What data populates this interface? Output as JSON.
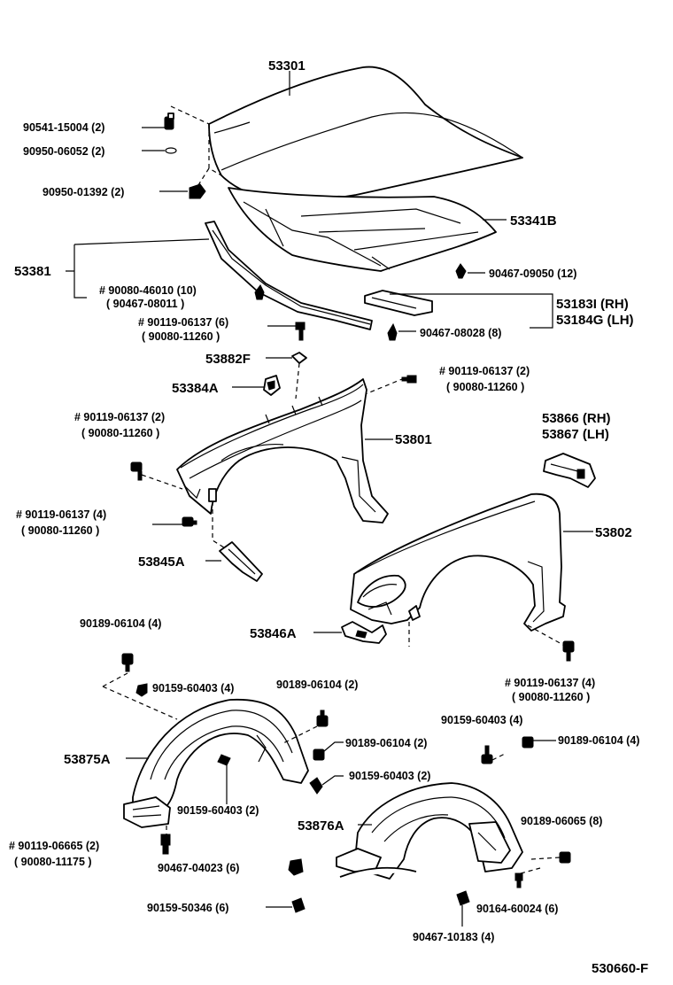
{
  "diagram_id": "530660-F",
  "labels": {
    "hood": "53301",
    "clip_90541": "90541-15004 (2)",
    "washer_90950_06052": "90950-06052 (2)",
    "washer_90950_01392": "90950-01392 (2)",
    "hood_insulator": "53341B",
    "seal_53381": "53381",
    "note_90080_46010": "# 90080-46010 (10)",
    "note_90467_08011": "( 90467-08011 )",
    "clip_90467_09050": "90467-09050 (12)",
    "seal_rh": "53183I (RH)",
    "seal_lh": "53184G (LH)",
    "note_bolt_a1": "# 90119-06137 (6)",
    "note_bolt_a2": "( 90080-11260 )",
    "clip_90467_08028": "90467-08028 (8)",
    "cushion_53882F": "53882F",
    "cushion_53384A": "53384A",
    "note_bolt_b1": "# 90119-06137 (2)",
    "note_bolt_b2": "( 90080-11260 )",
    "note_bolt_c1": "# 90119-06137 (2)",
    "note_bolt_c2": "( 90080-11260 )",
    "fender_lh": "53801",
    "bracket_rh": "53866 (RH)",
    "bracket_lh": "53867 (LH)",
    "note_bolt_d1": "# 90119-06137 (4)",
    "note_bolt_d2": "( 90080-11260 )",
    "fender_rh": "53802",
    "brace_53845A": "53845A",
    "brace_53846A": "53846A",
    "screw_90189_06104_a": "90189-06104 (4)",
    "clip_90159_60403_a": "90159-60403 (4)",
    "screw_90189_06104_b": "90189-06104 (2)",
    "note_bolt_e1": "# 90119-06137 (4)",
    "note_bolt_e2": "( 90080-11260 )",
    "clip_90159_60403_b": "90159-60403 (4)",
    "screw_90189_06104_c": "90189-06104 (4)",
    "liner_53875A": "53875A",
    "screw_90189_06104_d": "90189-06104 (2)",
    "clip_90159_60403_c": "90159-60403 (2)",
    "clip_90159_60403_d": "90159-60403 (2)",
    "liner_53876A": "53876A",
    "screw_90189_06065": "90189-06065 (8)",
    "note_bolt_f1": "# 90119-06665 (2)",
    "note_bolt_f2": "( 90080-11175 )",
    "clip_90467_04023": "90467-04023 (6)",
    "screw_90164_60024": "90164-60024 (6)",
    "clip_90159_50346": "90159-50346 (6)",
    "clip_90467_10183": "90467-10183 (4)",
    "footer_code": "530660-F"
  }
}
